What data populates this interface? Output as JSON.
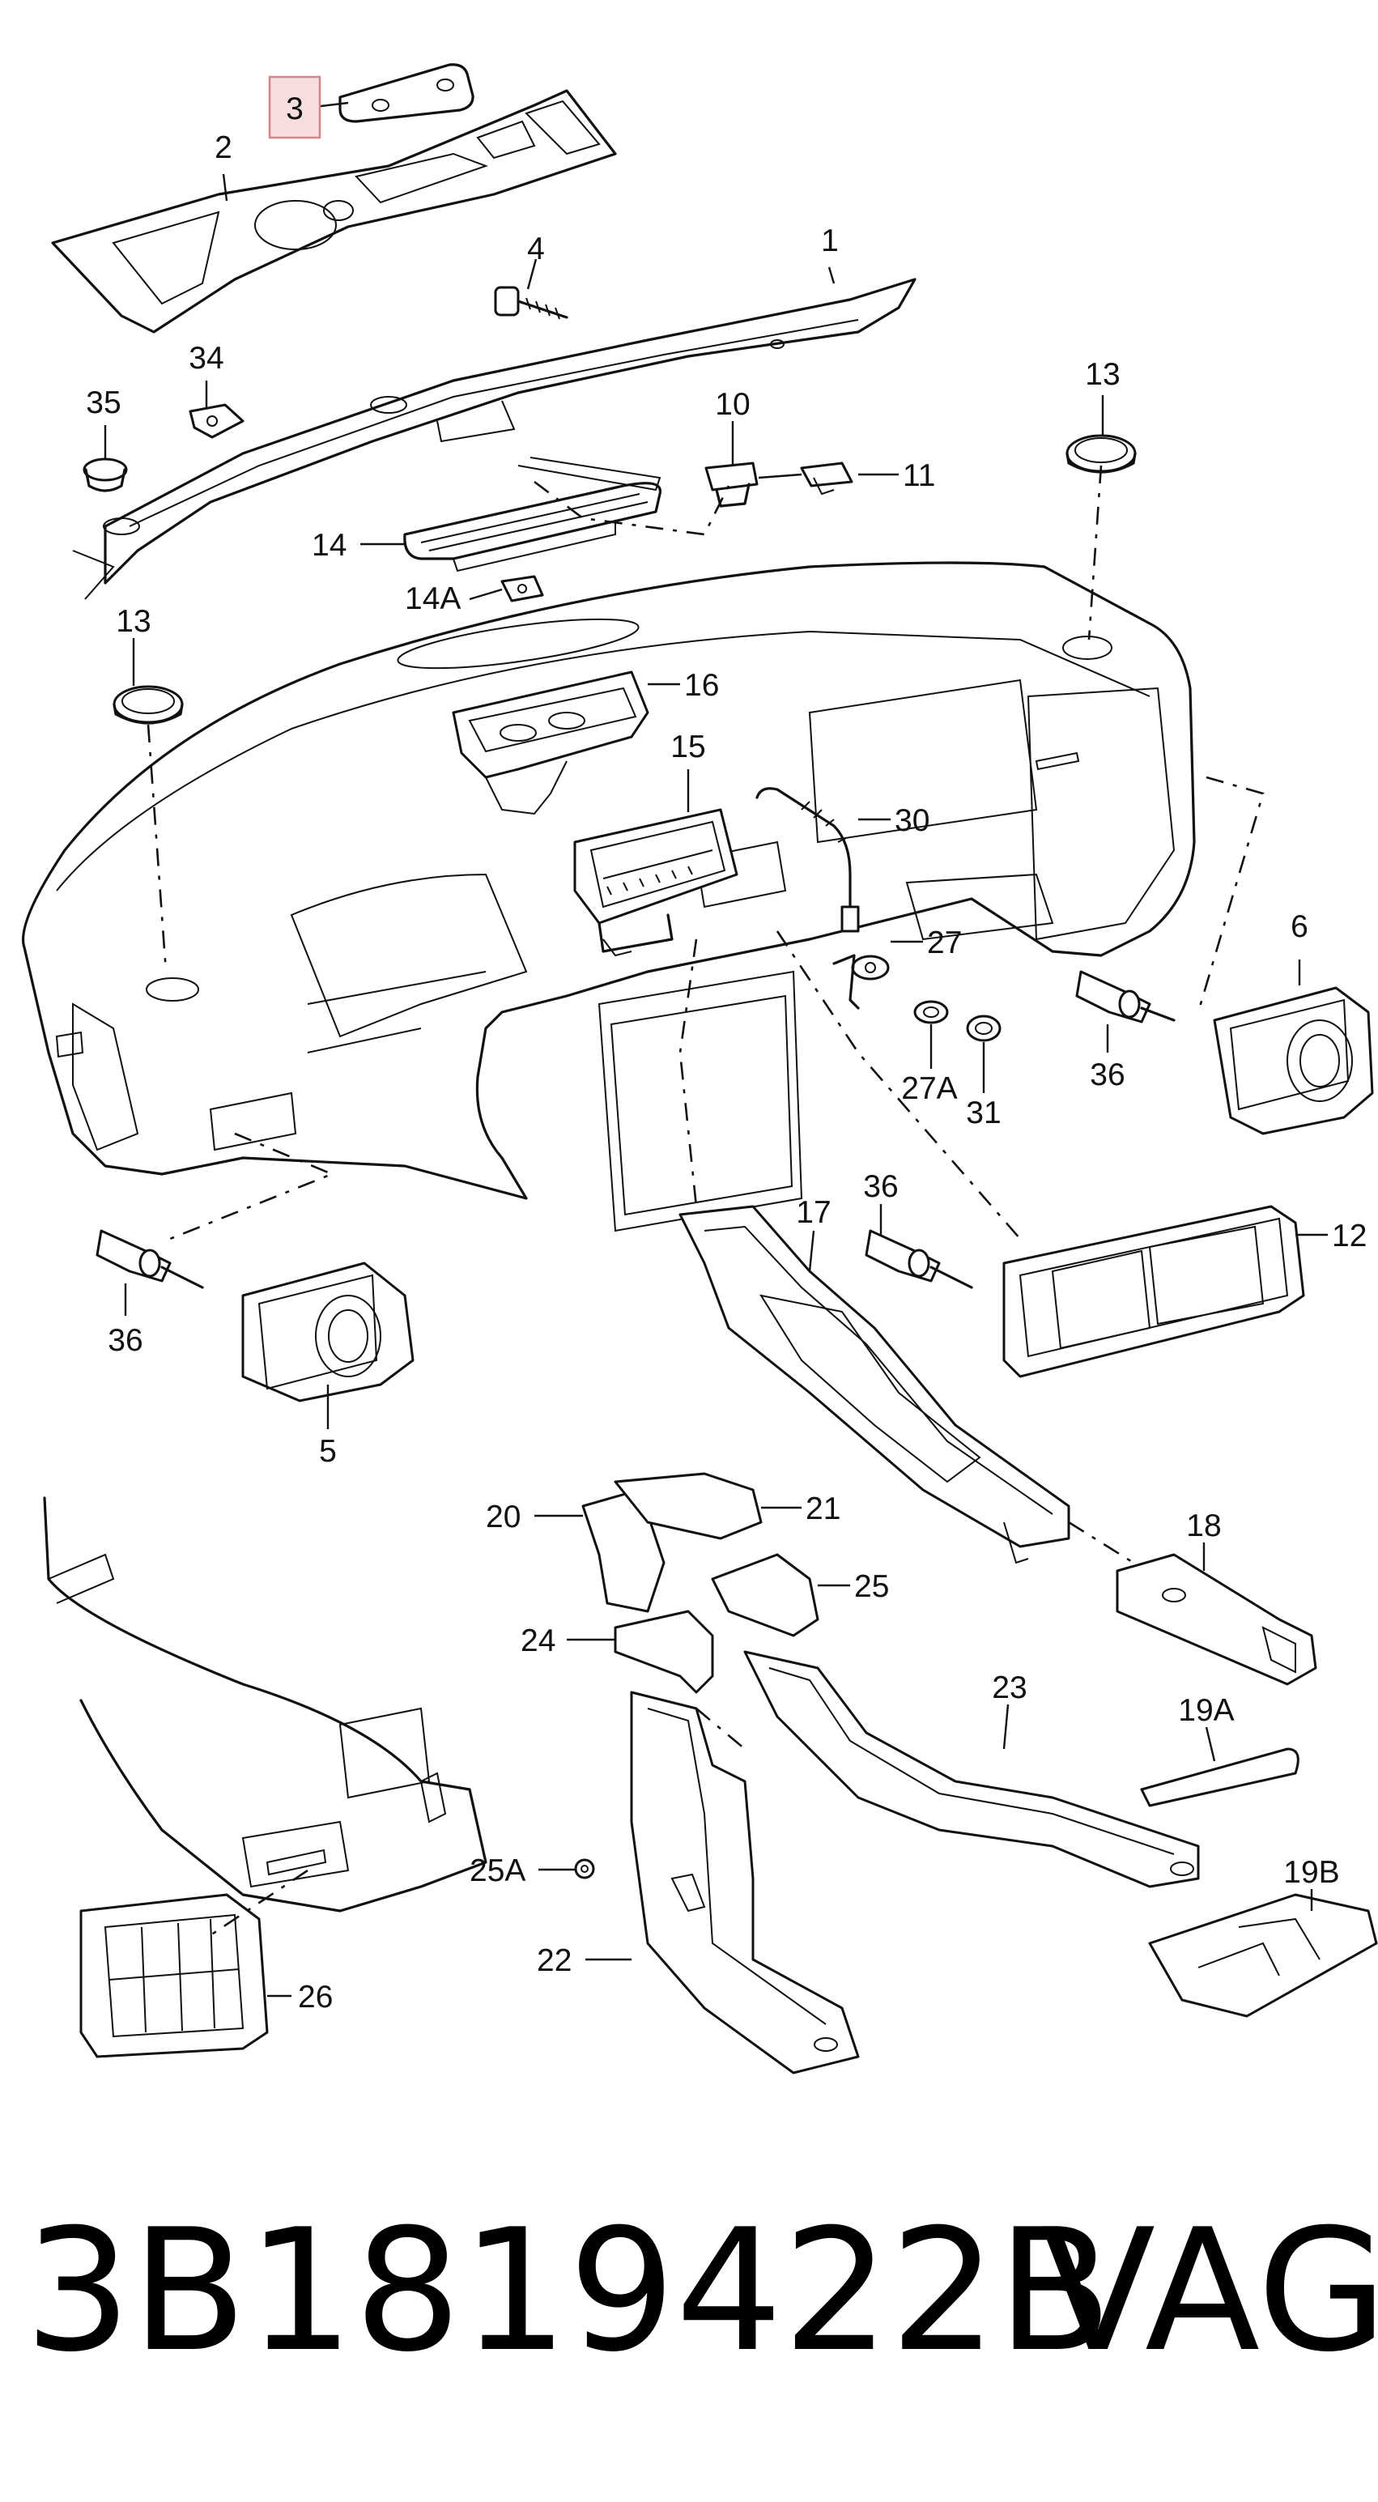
{
  "diagram": {
    "highlighted_callout": "3",
    "callouts": {
      "c1": "1",
      "c2": "2",
      "c3": "3",
      "c4": "4",
      "c5": "5",
      "c6": "6",
      "c10": "10",
      "c11": "11",
      "c12": "12",
      "c13a": "13",
      "c13b": "13",
      "c14": "14",
      "c14a": "14A",
      "c15": "15",
      "c16": "16",
      "c17": "17",
      "c18": "18",
      "c19a": "19A",
      "c19b": "19B",
      "c20": "20",
      "c21": "21",
      "c22": "22",
      "c23": "23",
      "c24": "24",
      "c25": "25",
      "c25a": "25A",
      "c26": "26",
      "c27": "27",
      "c27a": "27A",
      "c30": "30",
      "c31": "31",
      "c34": "34",
      "c35": "35",
      "c36a": "36",
      "c36b": "36",
      "c36c": "36"
    }
  },
  "footer": {
    "part_number": "3B1819422B",
    "brand": "VAG"
  }
}
